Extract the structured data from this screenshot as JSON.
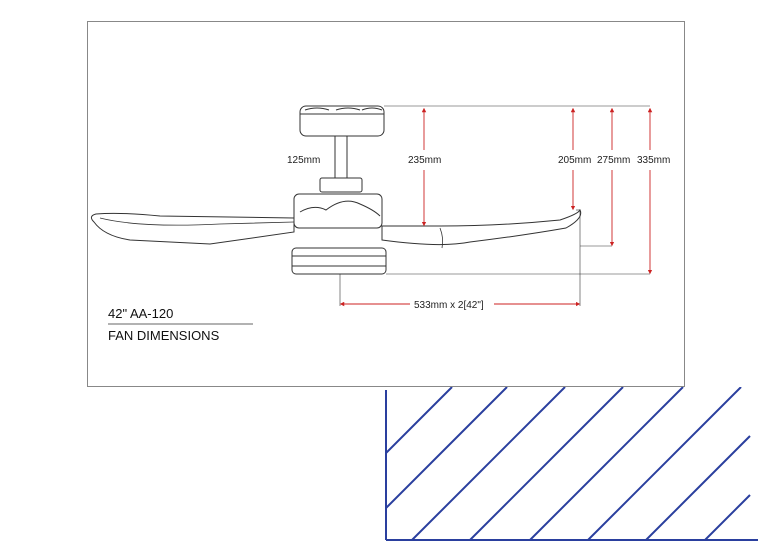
{
  "drawing": {
    "model": "42\" AA-120",
    "subtitle": "FAN DIMENSIONS"
  },
  "dimensions": {
    "downrod": "125mm",
    "ceiling_to_blade_a": "235mm",
    "ceiling_to_blade_b": "205mm",
    "ceiling_to_blade_tip": "275mm",
    "overall_height": "335mm",
    "blade_span": "533mm x 2[42\"]"
  },
  "colors": {
    "dimension_line": "#cc2222",
    "hatch": "#2a3f9e",
    "outline": "#333333",
    "frame": "#888888"
  }
}
